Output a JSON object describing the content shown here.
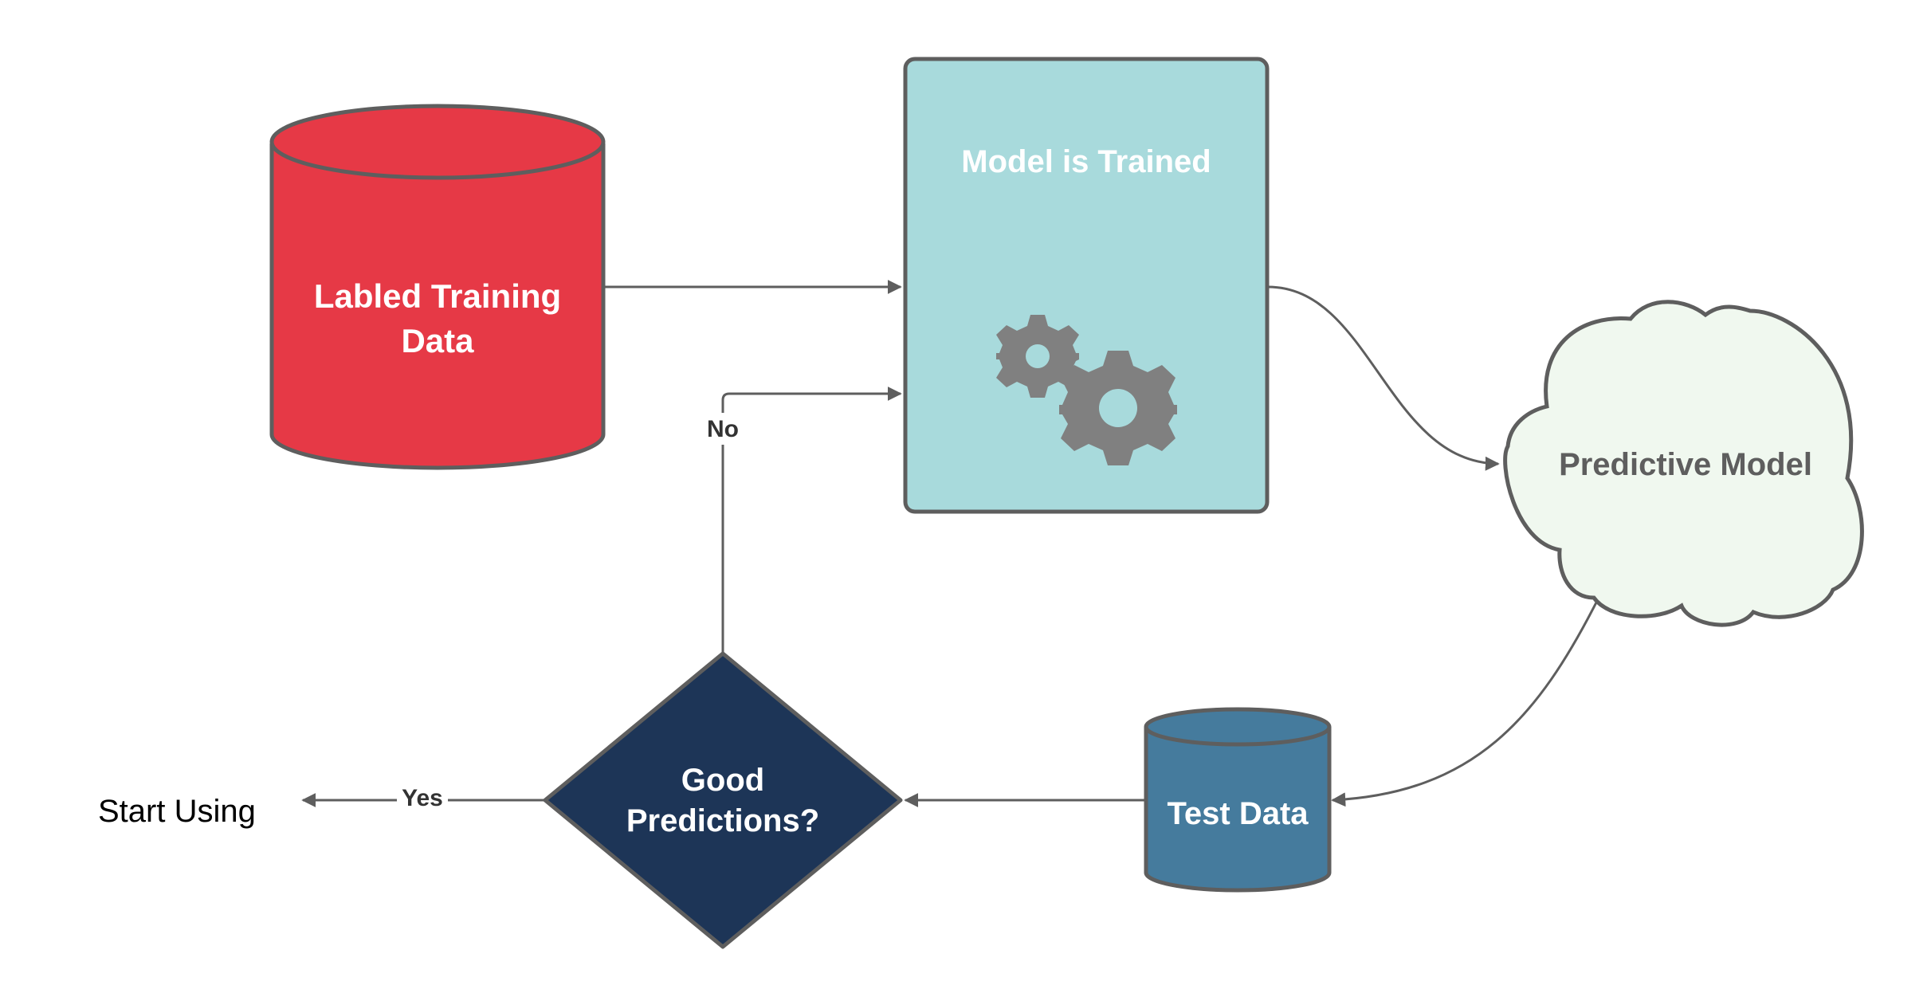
{
  "nodes": {
    "training_data": {
      "label_line1": "Labled Training",
      "label_line2": "Data",
      "fill": "#E63946"
    },
    "model_trained": {
      "label": "Model is Trained",
      "fill": "#A8DADC",
      "icon": "gears-icon"
    },
    "predictive_model": {
      "label": "Predictive Model",
      "fill": "#F0F8EF"
    },
    "test_data": {
      "label": "Test Data",
      "fill": "#457B9D"
    },
    "decision": {
      "label_line1": "Good",
      "label_line2": "Predictions?",
      "fill": "#1D3557"
    },
    "start_using": {
      "label": "Start Using"
    }
  },
  "edges": {
    "no_label": "No",
    "yes_label": "Yes"
  },
  "colors": {
    "stroke": "#5E5E5E",
    "gear": "#808080",
    "text_light": "#FFFFFF",
    "text_dark": "#5E5E5E"
  }
}
